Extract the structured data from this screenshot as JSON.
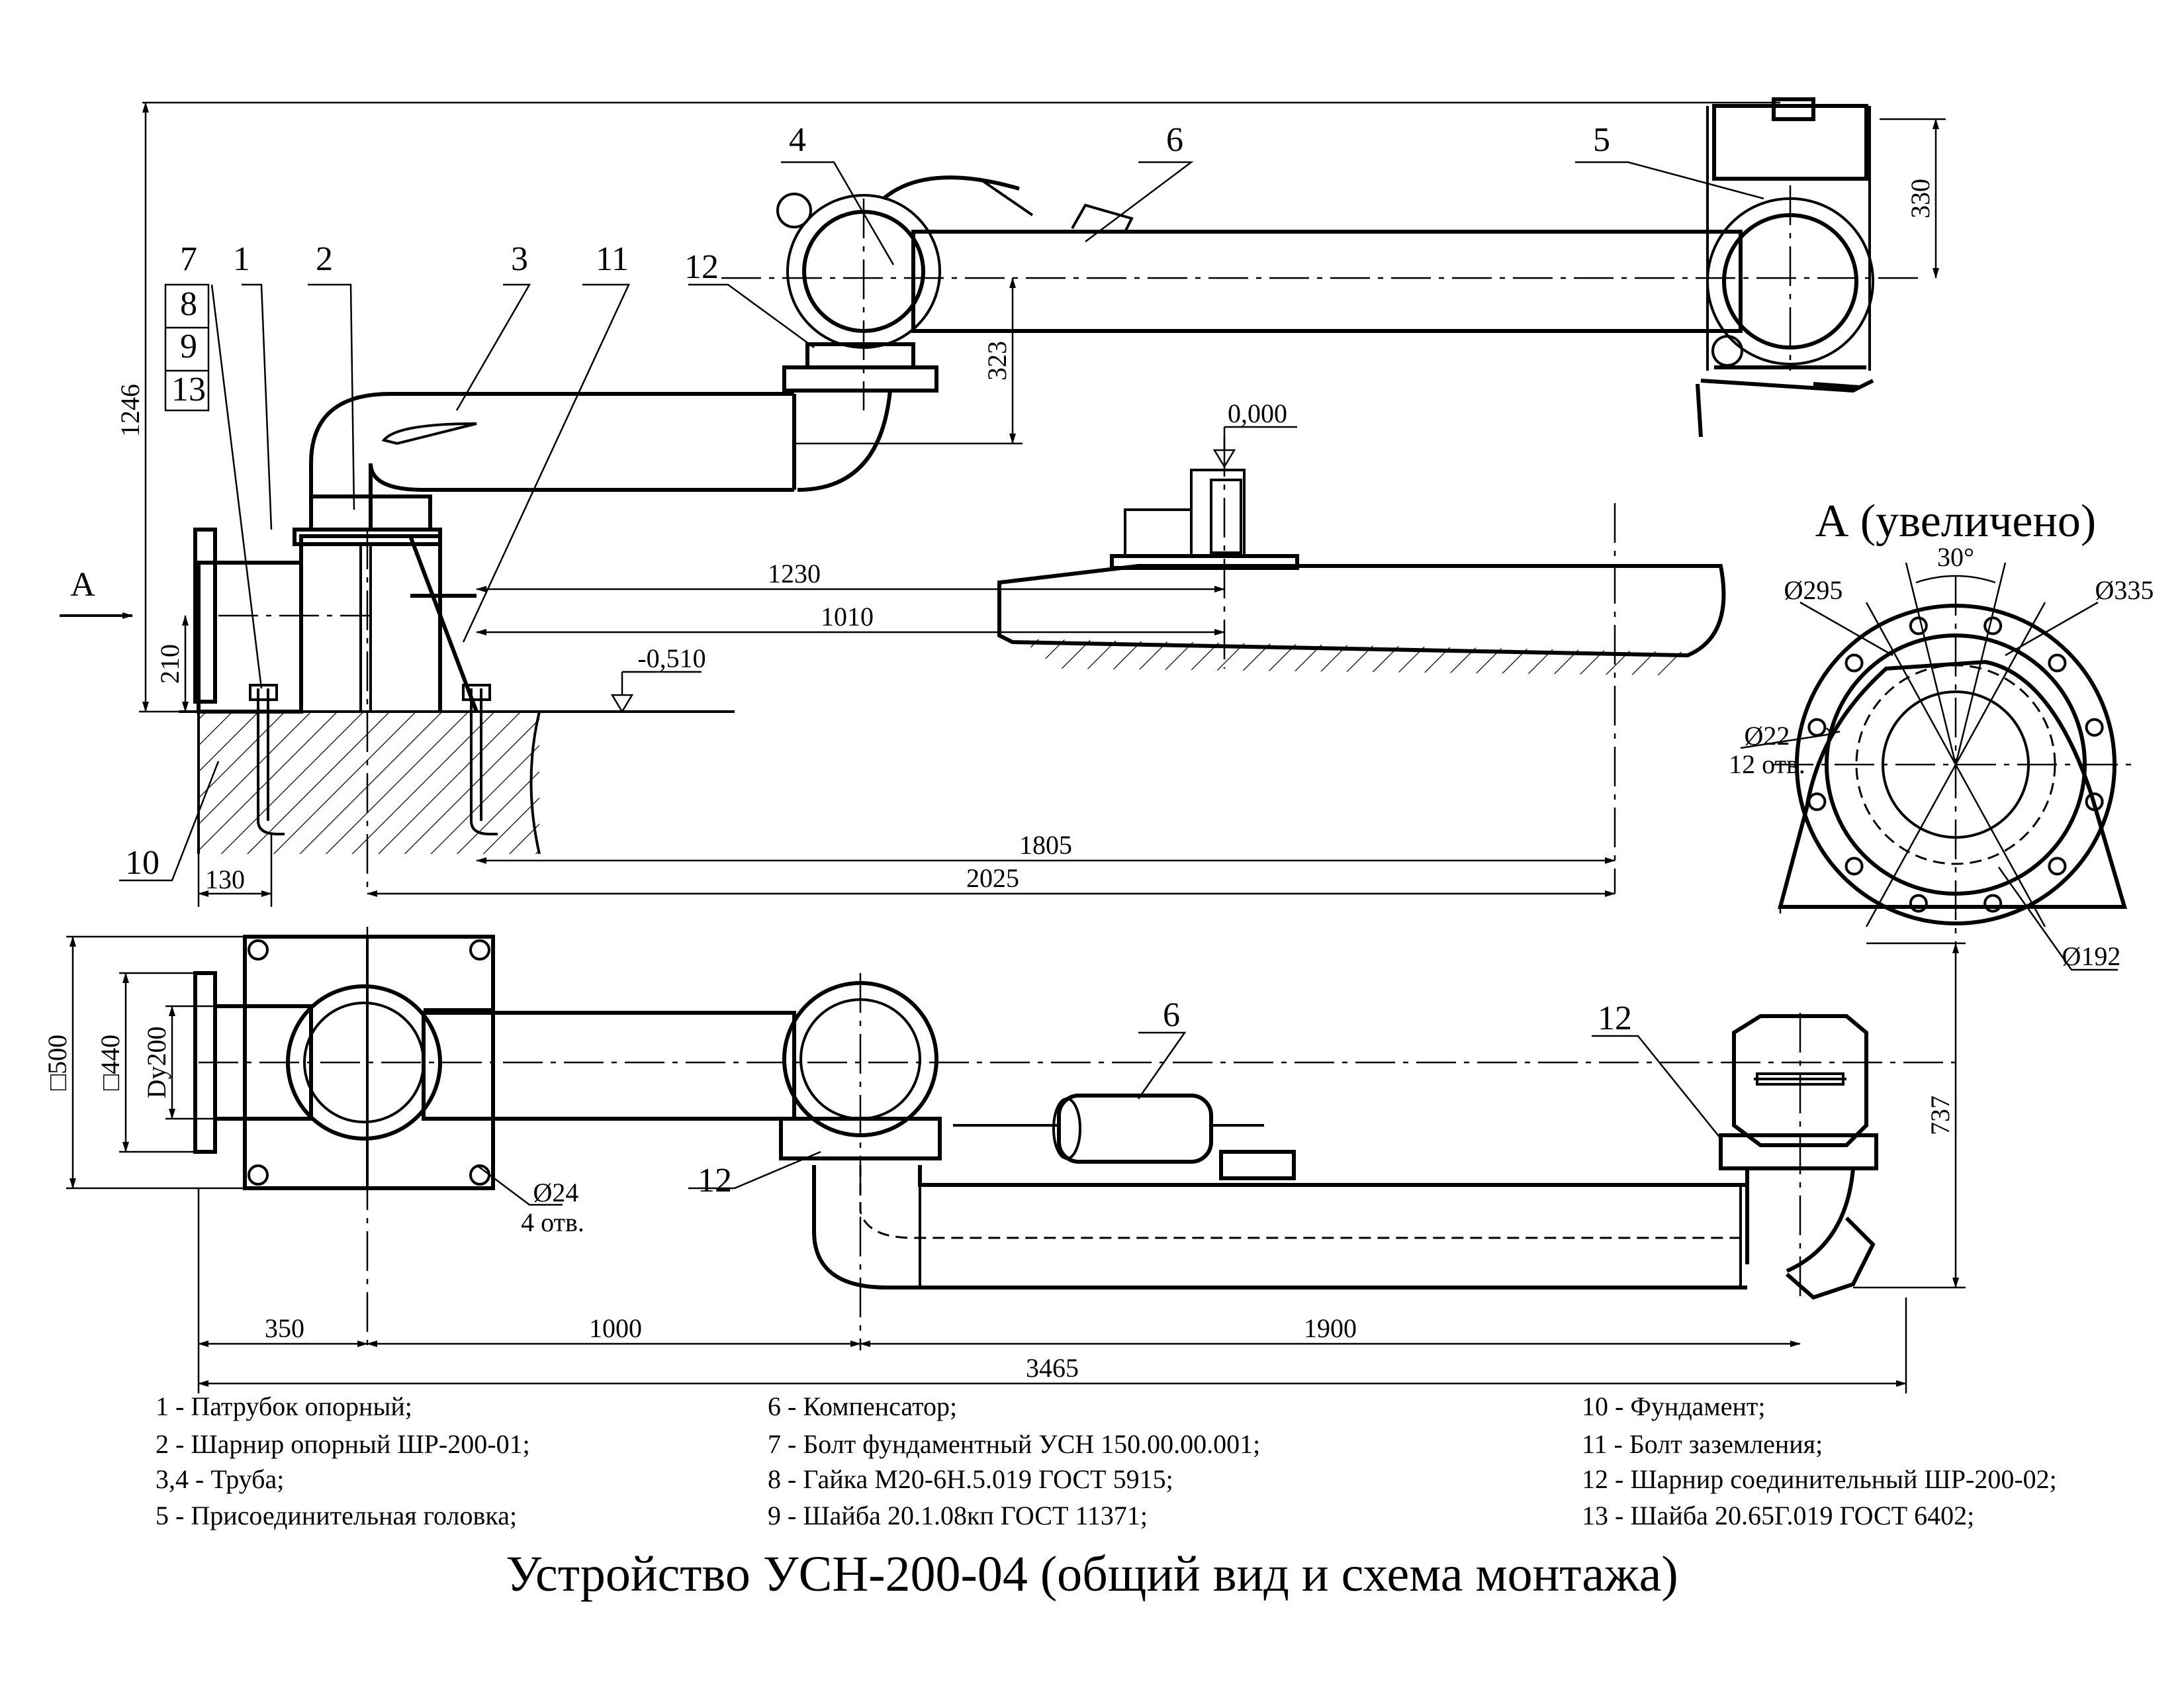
{
  "title": "Устройство УСН-200-04 (общий вид и схема монтажа)",
  "view_a_title": "А (увеличено)",
  "view_arrow_label": "А",
  "legend": [
    [
      "1 - Патрубок опорный;",
      "2 - Шарнир опорный ШР-200-01;",
      "3,4 - Труба;",
      "5 - Присоединительная головка;"
    ],
    [
      "6 - Компенсатор;",
      "7 - Болт фундаментный УСН 150.00.00.001;",
      "8 - Гайка М20-6Н.5.019 ГОСТ 5915;",
      "9 - Шайба 20.1.08кп ГОСТ 11371;"
    ],
    [
      "10 - Фундамент;",
      "11 - Болт заземления;",
      "12 - Шарнир соединительный ШР-200-02;",
      "13 - Шайба 20.65Г.019 ГОСТ 6402;"
    ]
  ],
  "callouts": {
    "c1": "1",
    "c2": "2",
    "c3": "3",
    "c4": "4",
    "c5": "5",
    "c6": "6",
    "c7": "7",
    "c8": "8",
    "c9": "9",
    "c13": "13",
    "c10": "10",
    "c11": "11",
    "c12": "12",
    "c6b": "6",
    "c12b": "12",
    "c12c": "12"
  },
  "dimensions": {
    "d1246": "1246",
    "d330": "330",
    "d323": "323",
    "d210": "210",
    "d1230": "1230",
    "d1010": "1010",
    "d1805": "1805",
    "d2025": "2025",
    "d130": "130",
    "lvl0": "0,000",
    "lvlm": "-0,510",
    "d500": "□500",
    "d440": "□440",
    "ddy": "Dy200",
    "d24": "Ø24",
    "d24n": "4 отв.",
    "d350": "350",
    "d1000": "1000",
    "d1900": "1900",
    "d3465": "3465",
    "d737": "737",
    "a30": "30°",
    "a295": "Ø295",
    "a335": "Ø335",
    "a22": "Ø22",
    "a22n": "12 отв.",
    "a192": "Ø192"
  }
}
